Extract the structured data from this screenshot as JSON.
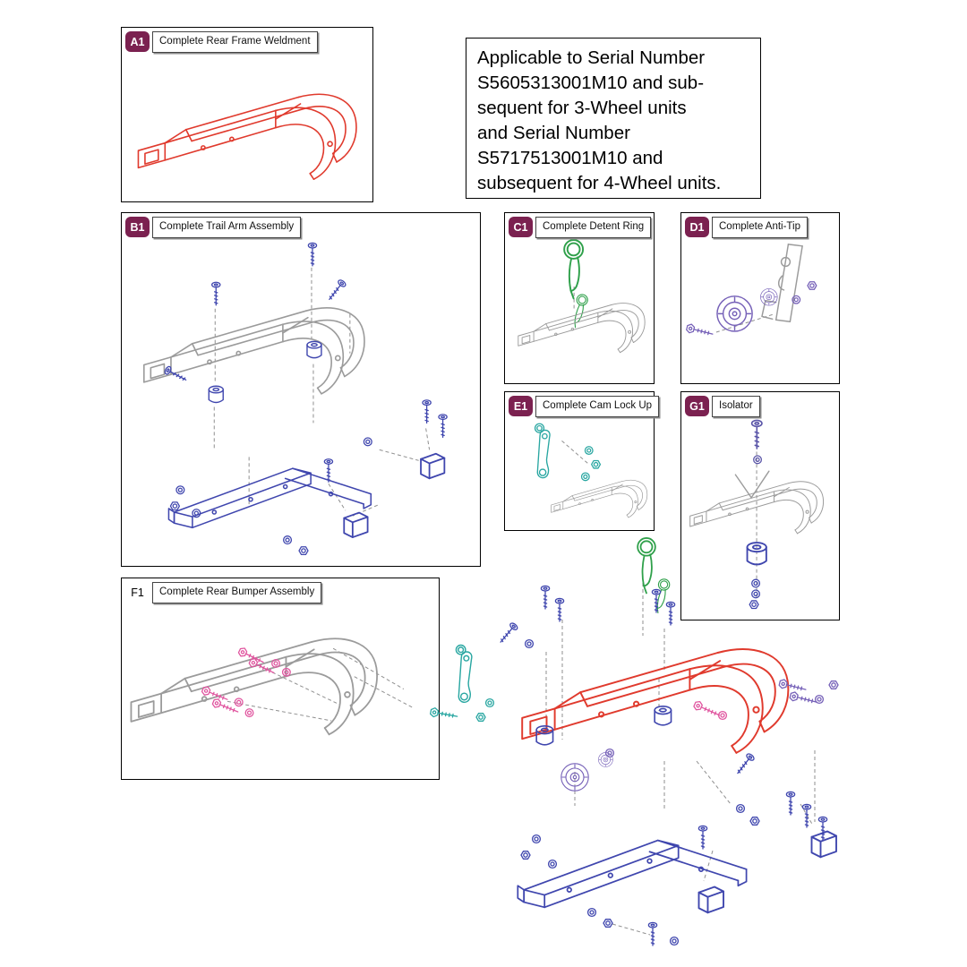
{
  "note": {
    "lines": [
      "Applicable to Serial Number",
      "S5605313001M10 and sub-",
      "sequent for 3-Wheel units",
      "and Serial Number",
      "S5717513001M10 and",
      "subsequent for 4-Wheel units."
    ]
  },
  "panels": {
    "a1": {
      "label": "A1",
      "title": "Complete Rear Frame Weldment",
      "badge_filled": true
    },
    "b1": {
      "label": "B1",
      "title": "Complete Trail Arm Assembly",
      "badge_filled": true
    },
    "c1": {
      "label": "C1",
      "title": "Complete Detent Ring",
      "badge_filled": true
    },
    "d1": {
      "label": "D1",
      "title": "Complete Anti-Tip",
      "badge_filled": true
    },
    "e1": {
      "label": "E1",
      "title": "Complete Cam Lock Up",
      "badge_filled": true
    },
    "f1": {
      "label": "F1",
      "title": "Complete Rear Bumper Assembly",
      "badge_filled": false
    },
    "g1": {
      "label": "G1",
      "title": "Isolator",
      "badge_filled": true
    }
  },
  "colors": {
    "badge": "#7b2150",
    "red": "#e03a2d",
    "gray": "#9b9b9b",
    "blue": "#3f46ae",
    "green": "#2fa04a",
    "teal": "#2aa7a2",
    "purple": "#7661b8",
    "pink": "#e0559f",
    "indigo": "#5a55a8",
    "leader": "#8f8f8f"
  }
}
